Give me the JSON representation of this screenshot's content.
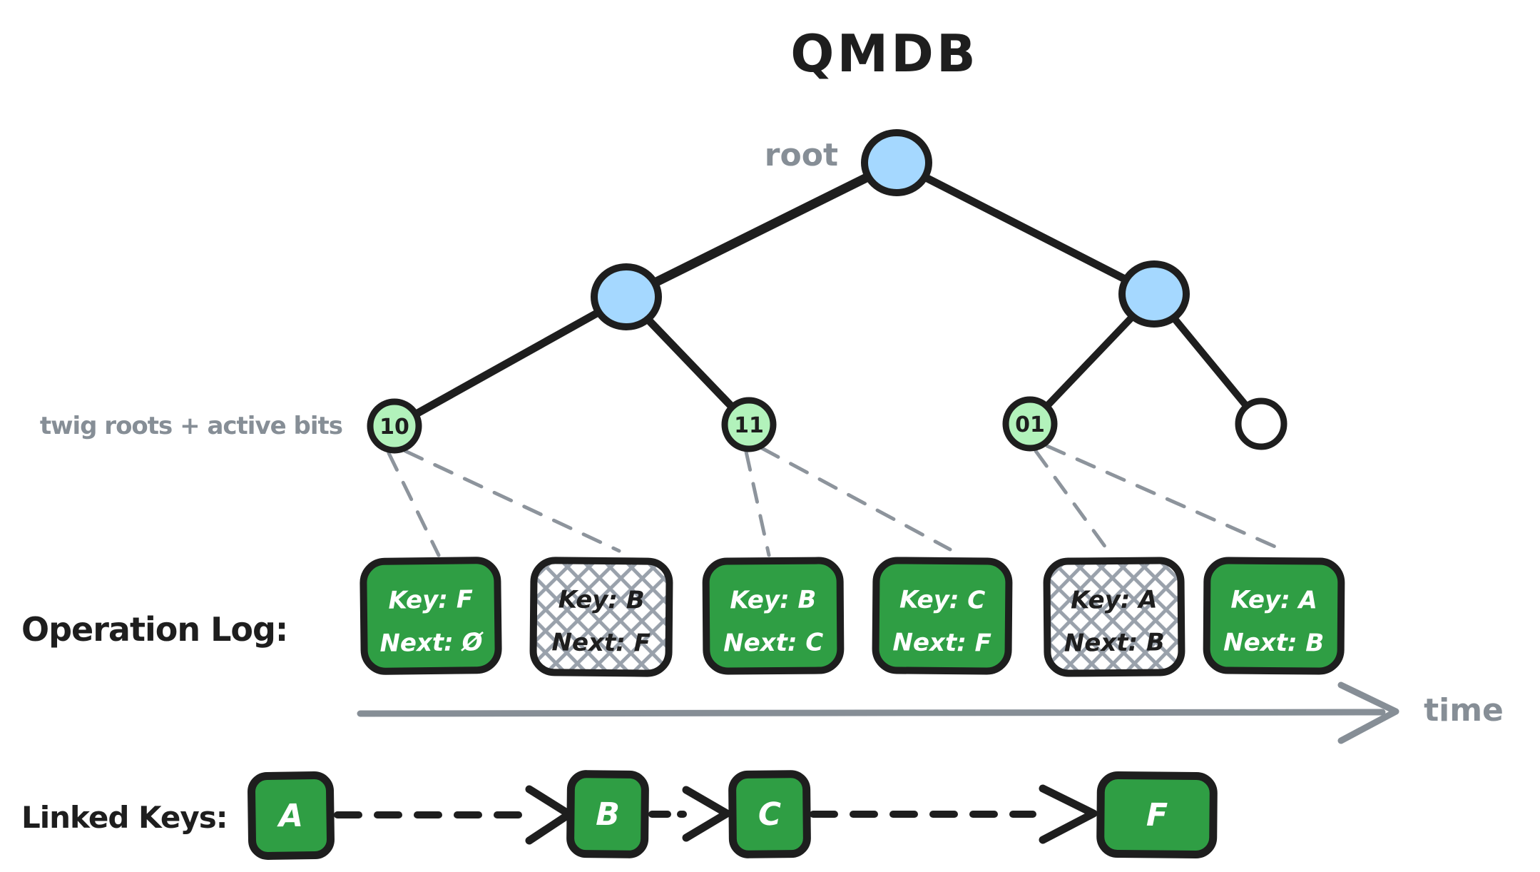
{
  "title": "QMDB",
  "tree": {
    "root_label": "root",
    "twig_label": "twig roots + active bits",
    "twigs": [
      {
        "label": "10",
        "active": true
      },
      {
        "label": "11",
        "active": true
      },
      {
        "label": "01",
        "active": true
      },
      {
        "label": "",
        "active": false
      }
    ]
  },
  "operation_log": {
    "label": "Operation Log:",
    "entries": [
      {
        "key": "Key: F",
        "next": "Next: Ø",
        "state": "active"
      },
      {
        "key": "Key: B",
        "next": "Next: F",
        "state": "stale"
      },
      {
        "key": "Key: B",
        "next": "Next: C",
        "state": "active"
      },
      {
        "key": "Key: C",
        "next": "Next: F",
        "state": "active"
      },
      {
        "key": "Key: A",
        "next": "Next: B",
        "state": "stale"
      },
      {
        "key": "Key: A",
        "next": "Next: B",
        "state": "active"
      }
    ]
  },
  "timeline": {
    "label": "time"
  },
  "linked_keys": {
    "label": "Linked Keys:",
    "keys": [
      {
        "label": "A"
      },
      {
        "label": "B"
      },
      {
        "label": "C"
      },
      {
        "label": "F"
      }
    ]
  },
  "colors": {
    "stroke": "#1e1e1e",
    "node_blue": "#a5d8ff",
    "twig_green": "#b2f2bb",
    "box_green": "#2f9e44",
    "gray": "#868e96",
    "hatch": "#99a1ab",
    "background": "#ffffff"
  }
}
